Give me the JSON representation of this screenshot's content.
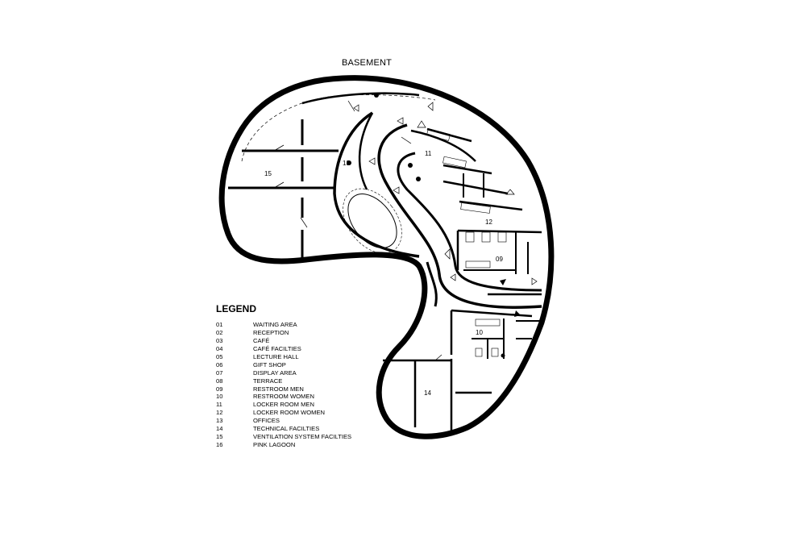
{
  "plan": {
    "title": "BASEMENT",
    "room_labels": {
      "r15": "15",
      "r13": "13",
      "r11": "11",
      "r12": "12",
      "r09": "09",
      "r10": "10",
      "r14": "14"
    }
  },
  "legend": {
    "title": "LEGEND",
    "items": [
      {
        "num": "01",
        "label": "WAITING AREA"
      },
      {
        "num": "02",
        "label": "RECEPTION"
      },
      {
        "num": "03",
        "label": "CAFÉ"
      },
      {
        "num": "04",
        "label": "CAFÉ FACILTIES"
      },
      {
        "num": "05",
        "label": "LECTURE HALL"
      },
      {
        "num": "06",
        "label": "GIFT SHOP"
      },
      {
        "num": "07",
        "label": "DISPLAY AREA"
      },
      {
        "num": "08",
        "label": "TERRACE"
      },
      {
        "num": "09",
        "label": "RESTROOM MEN"
      },
      {
        "num": "10",
        "label": "RESTROOM WOMEN"
      },
      {
        "num": "11",
        "label": "LOCKER ROOM MEN"
      },
      {
        "num": "12",
        "label": "LOCKER ROOM WOMEN"
      },
      {
        "num": "13",
        "label": "OFFICES"
      },
      {
        "num": "14",
        "label": "TECHNICAL FACILTIES"
      },
      {
        "num": "15",
        "label": "VENTILATION SYSTEM FACILTIES"
      },
      {
        "num": "16",
        "label": "PINK LAGOON"
      }
    ]
  }
}
